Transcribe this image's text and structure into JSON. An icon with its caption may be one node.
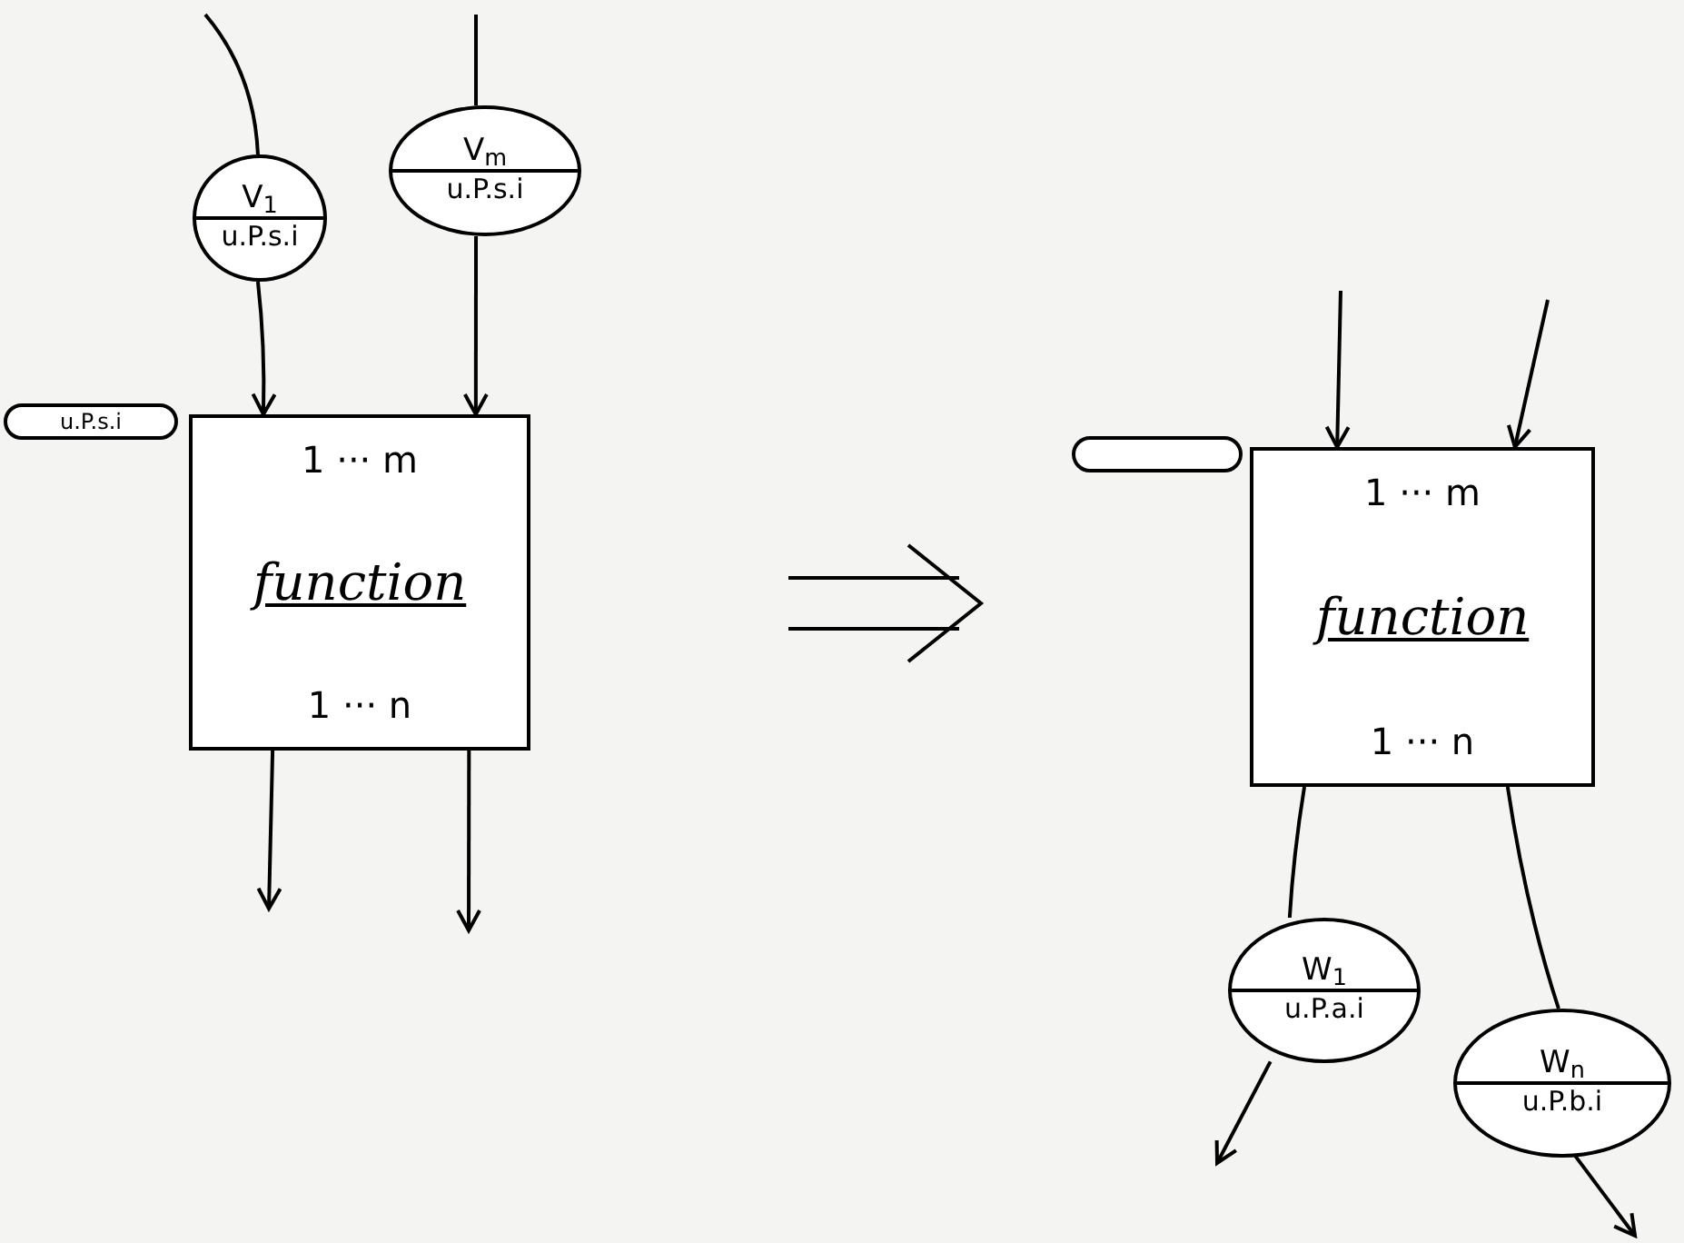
{
  "diagram": {
    "nodes": [
      {
        "text": [
          "V$_{1}$",
          "u.P.s.i"
        ]
      },
      {
        "text": [
          "V$_{m}$",
          "u.P.s.i"
        ]
      },
      {
        "text": [
          "u.P.s.i"
        ]
      },
      {
        "text": [
          "1 ··· m",
          "function",
          "1 ··· n"
        ]
      },
      {
        "text": [],
        "shape": "box"
      },
      {
        "text": [
          "1 ··· m",
          "function",
          "1 ··· n"
        ]
      },
      {
        "text": [
          "W$_{1}$",
          "u.P.a.i"
        ]
      },
      {
        "text": [
          "W$_{n}$",
          "u.P.b.i"
        ]
      }
    ],
    "edges": [
      {
        "from": null,
        "to": 0,
        "arrow": "none"
      },
      {
        "from": null,
        "to": 1,
        "arrow": "none"
      },
      {
        "from": 0,
        "to": 3,
        "arrow": "to"
      },
      {
        "from": 1,
        "to": 3,
        "arrow": "to"
      },
      {
        "from": 3,
        "to": null,
        "arrow": "to"
      },
      {
        "from": 3,
        "to": null,
        "arrow": "to"
      },
      {
        "from": null,
        "to": 5,
        "arrow": "to"
      },
      {
        "from": null,
        "to": 5,
        "arrow": "to"
      },
      {
        "from": 5,
        "to": 6,
        "arrow": "none"
      },
      {
        "from": 5,
        "to": 7,
        "arrow": "none"
      },
      {
        "from": 6,
        "to": null,
        "arrow": "to"
      },
      {
        "from": 7,
        "to": null,
        "arrow": "to"
      }
    ]
  }
}
